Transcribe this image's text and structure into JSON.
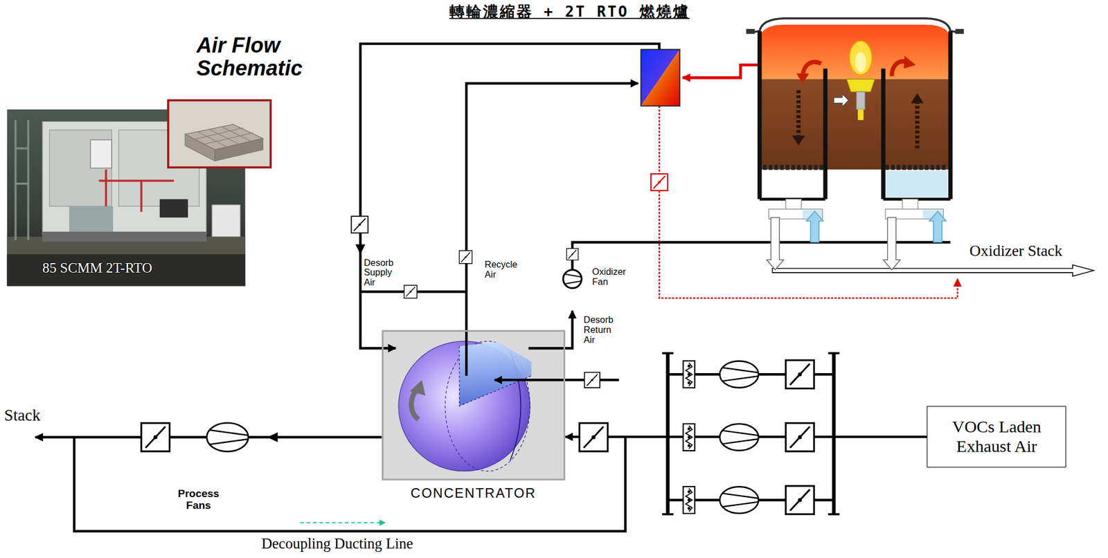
{
  "diagram": {
    "title": "轉輪濃縮器 + 2T RTO 燃燒爐",
    "nodes": [
      {
        "text": [
          "85 SCMM 2T-RTO"
        ]
      },
      {
        "text": [
          "CONCENTRATOR"
        ]
      },
      {
        "text": [
          "VOCs Laden Exhaust Air"
        ]
      }
    ],
    "edges": [
      {
        "from": 2,
        "to": 1,
        "arrow": "to"
      }
    ],
    "labels": [
      "Air Flow Schematic",
      "Desorb Supply Air",
      "Recycle Air",
      "Oxidizer Fan",
      "Desorb Return Air",
      "Oxidizer Stack",
      "Stack",
      "Process Fans",
      "Decoupling Ducting Line"
    ]
  }
}
